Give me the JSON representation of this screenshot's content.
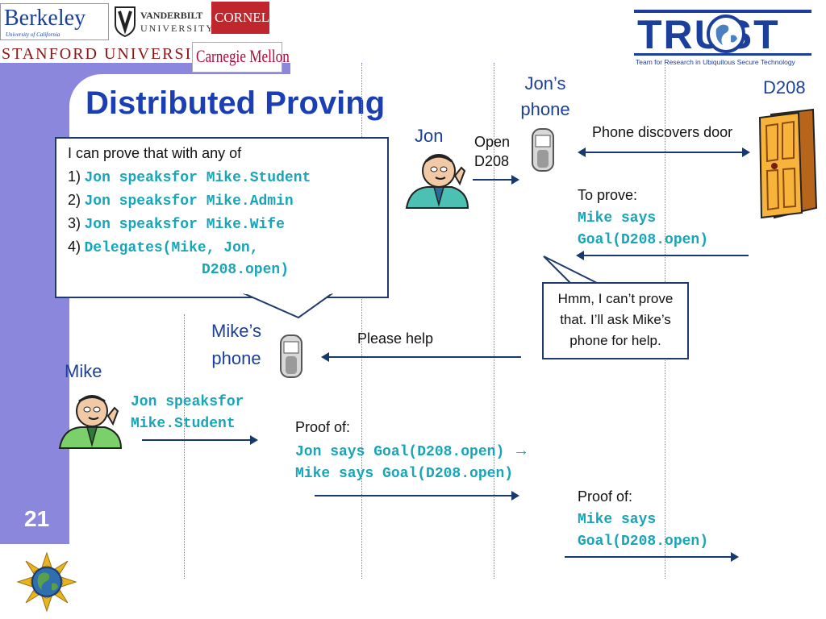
{
  "logos": {
    "berkeley": "Berkeley",
    "berkeley_sub": "University of California",
    "vanderbilt": "VANDERBILT",
    "vanderbilt_sub": "UNIVERSITY",
    "cornell": "CORNELL",
    "stanford": "STANFORD UNIVERSITY",
    "cmu": "Carnegie Mellon",
    "trust": "TRUST",
    "trust_sub": "Team for Research in Ubiquitous Secure Technology"
  },
  "slide": {
    "title": "Distributed Proving",
    "page_number": "21"
  },
  "labels": {
    "jons_phone_1": "Jon’s",
    "jons_phone_2": "phone",
    "d208": "D208",
    "jon": "Jon",
    "open_1": "Open",
    "open_2": "D208",
    "phone_discovers": "Phone discovers door",
    "to_prove": "To prove:",
    "to_prove_code_1": "Mike says",
    "to_prove_code_2": "Goal(D208.open)",
    "mikes_phone_1": "Mike’s",
    "mikes_phone_2": "phone",
    "mike": "Mike",
    "please_help": "Please help",
    "jon_speaksfor_1": "Jon speaksfor",
    "jon_speaksfor_2": "Mike.Student",
    "proof_of_1": "Proof of:",
    "proof_code_1": "Jon says Goal(D208.open)",
    "proof_arrow": "→",
    "proof_code_2": "Mike says Goal(D208.open)",
    "proof_of_2": "Proof of:",
    "final_code_1": "Mike says",
    "final_code_2": "Goal(D208.open)"
  },
  "bubble_main": {
    "intro": "I can prove that with any of",
    "items": [
      {
        "num": "1)",
        "code": "Jon speaksfor Mike.Student"
      },
      {
        "num": "2)",
        "code": "Jon speaksfor Mike.Admin"
      },
      {
        "num": "3)",
        "code": "Jon speaksfor Mike.Wife"
      },
      {
        "num": "4)",
        "code": "Delegates(Mike, Jon,"
      }
    ],
    "item4_cont": "D208.open)"
  },
  "bubble_hmm": {
    "line1": "Hmm, I can’t prove",
    "line2": "that.  I’ll ask Mike’s",
    "line3": "phone for help."
  }
}
